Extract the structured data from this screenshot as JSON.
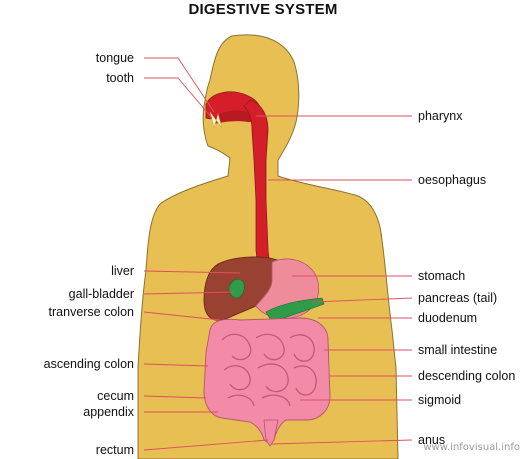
{
  "title": "DIGESTIVE SYSTEM",
  "labels_left": [
    "tongue",
    "tooth",
    "liver",
    "gall-bladder",
    "tranverse colon",
    "ascending colon",
    "cecum",
    "appendix",
    "rectum"
  ],
  "labels_right": [
    "pharynx",
    "oesophagus",
    "stomach",
    "pancreas (tail)",
    "duodenum",
    "small intestine",
    "descending colon",
    "sigmoid",
    "anus"
  ],
  "watermark": "www.infovisual.info",
  "colors": {
    "body": "#e7bf52",
    "body_outline": "#8a7330",
    "digestive_red": "#d41f2a",
    "intestine_pink": "#f28aa8",
    "liver_brown": "#9a4232",
    "stomach_pink": "#ee8c9c",
    "pancreas_green": "#2f9c49",
    "leader_line": "#e05060"
  }
}
